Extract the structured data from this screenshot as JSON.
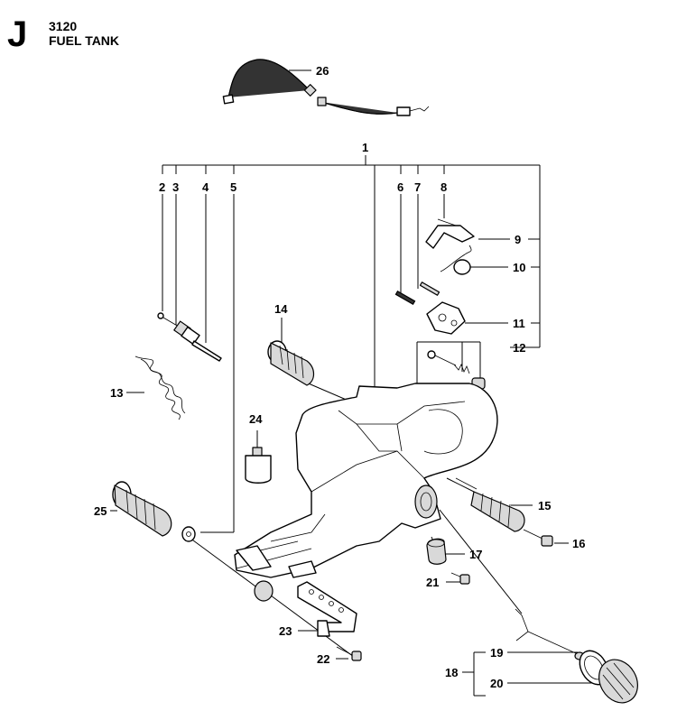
{
  "header": {
    "section_letter": "J",
    "code": "3120",
    "title": "FUEL TANK"
  },
  "callouts": {
    "c1": "1",
    "c2": "2",
    "c3": "3",
    "c4": "4",
    "c5": "5",
    "c6": "6",
    "c7": "7",
    "c8": "8",
    "c9": "9",
    "c10": "10",
    "c11": "11",
    "c12": "12",
    "c13": "13",
    "c14": "14",
    "c15": "15",
    "c16": "16",
    "c17": "17",
    "c18": "18",
    "c19": "19",
    "c20": "20",
    "c21": "21",
    "c22": "22",
    "c23": "23",
    "c24": "24",
    "c25": "25",
    "c26": "26"
  }
}
